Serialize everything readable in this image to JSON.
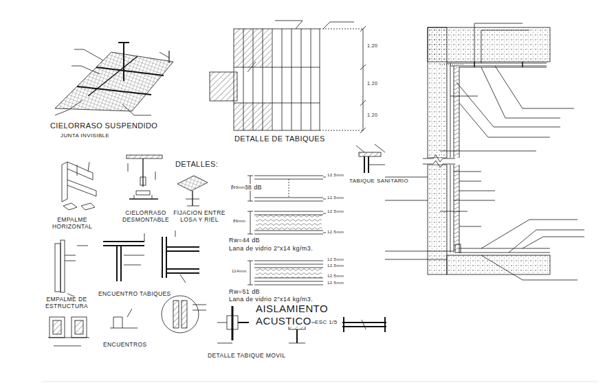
{
  "diagram": {
    "labels": [
      "CIELORRASO SUSPENDIDO",
      "JUNTA INVISIBLE",
      "DETALLE DE TABIQUES",
      "DETALLES:",
      "EMPALME HORIZONTAL",
      "CIELORRASO DESMONTABLE",
      "FIJACION ENTRE LOSA Y RIEL",
      "Rw=38 dB",
      "Rw=44 dB",
      "Lana de vidrio 2\"x14 kg/m3.",
      "Rw=51 dB",
      "Lana de vidrio 2\"x14 kg/m3.",
      "AISLAMIENTO",
      "ACUSTICO",
      "ESC 1/5",
      "EMPALME DE ESTRUCTURA",
      "ENCUENTRO TABIQUES",
      "ENCUENTROS",
      "DETALLE TABIQUE MOVIL",
      "TABIQUE SANITARIO",
      "69mm",
      "89mm",
      "114mm",
      "12.5mm",
      "12.5mm",
      "12.5mm",
      "12.5mm",
      "12.5mm",
      "12.5mm",
      "12.5mm",
      "12.5mm",
      "1.20",
      "1.20",
      "1.20"
    ]
  }
}
